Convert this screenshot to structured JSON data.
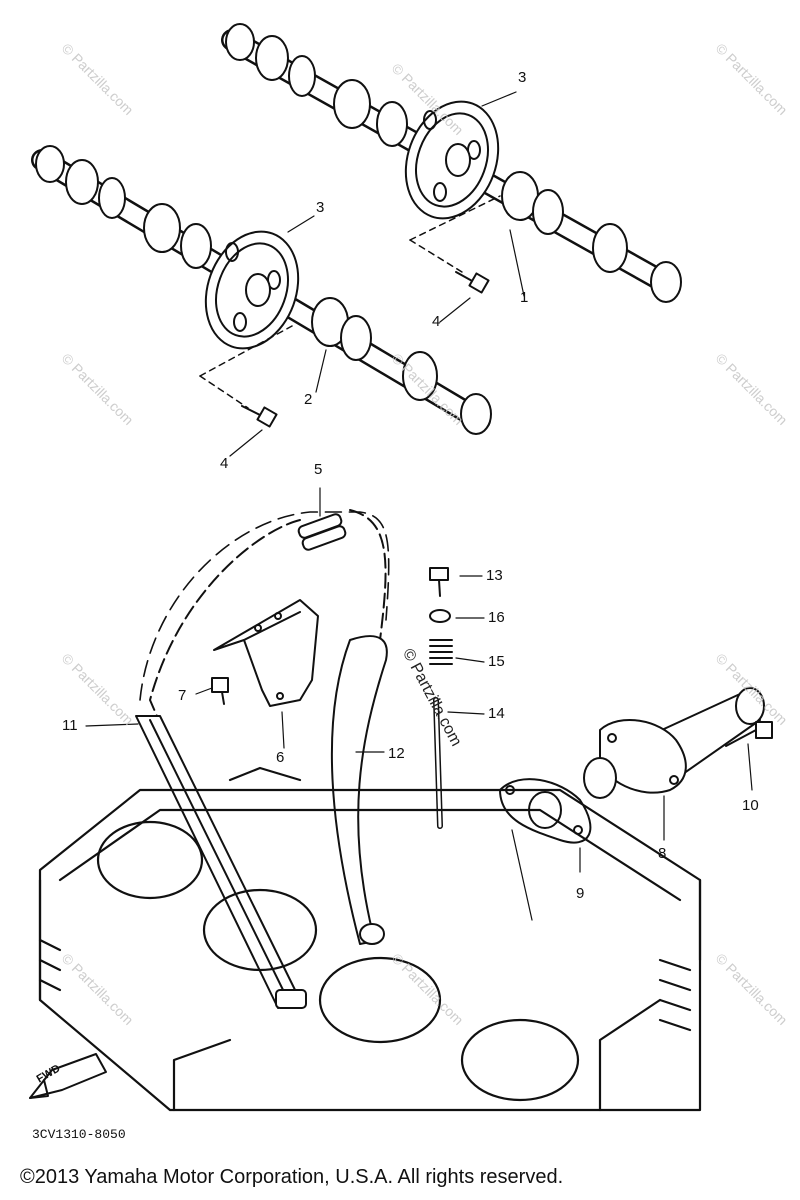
{
  "diagram": {
    "code": "3CV1310-8050",
    "copyright": "©2013 Yamaha Motor Corporation, U.S.A. All rights reserved.",
    "fwd_label": "FWD",
    "watermark": "© Partzilla.com",
    "part_numbers": [
      "1",
      "2",
      "3",
      "3",
      "4",
      "4",
      "5",
      "6",
      "7",
      "8",
      "9",
      "10",
      "11",
      "12",
      "13",
      "14",
      "15",
      "16"
    ]
  }
}
